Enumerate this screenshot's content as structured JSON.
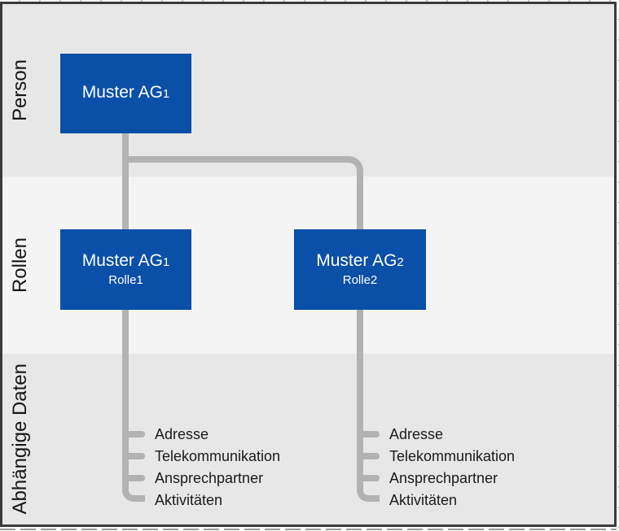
{
  "diagram": {
    "bands": [
      {
        "id": "person",
        "label": "Person"
      },
      {
        "id": "rollen",
        "label": "Rollen"
      },
      {
        "id": "abhaengige_daten",
        "label": "Abhängige Daten"
      }
    ],
    "nodes": {
      "person": {
        "title": "Muster AG",
        "index": "1"
      },
      "role1": {
        "title": "Muster AG",
        "index": "1",
        "subtitle": "Rolle1"
      },
      "role2": {
        "title": "Muster AG",
        "index": "2",
        "subtitle": "Rolle2"
      }
    },
    "dependent_lists": {
      "left": {
        "items": [
          "Adresse",
          "Telekommunikation",
          "Ansprechpartner",
          "Aktivitäten"
        ]
      },
      "right": {
        "items": [
          "Adresse",
          "Telekommunikation",
          "Ansprechpartner",
          "Aktivitäten"
        ]
      }
    },
    "colors": {
      "node_fill": "#0a4fa8",
      "node_text": "#ffffff",
      "connector": "#b2b2b2",
      "band_dark": "#e7e7e7",
      "band_light": "#f4f4f4",
      "frame_border": "#3b3b3b",
      "text": "#1a1a1a"
    }
  }
}
